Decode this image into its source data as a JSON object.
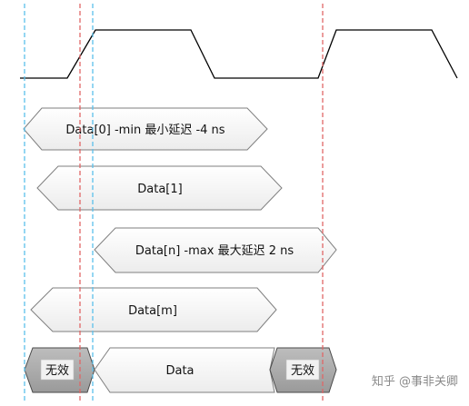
{
  "signals": {
    "data0": {
      "label": "Data[0] -min 最小延迟 -4 ns"
    },
    "data1": {
      "label": "Data[1]"
    },
    "datan": {
      "label": "Data[n] -max 最大延迟 2 ns"
    },
    "datam": {
      "label": "Data[m]"
    }
  },
  "bus": {
    "invalid_left": "无效",
    "valid": "Data",
    "invalid_right": "无效"
  },
  "watermark": "知乎 @事非关卿",
  "colors": {
    "clock_line": "#000000",
    "bubble_fill": "#f6f6f6",
    "bubble_stroke": "#7f7f7f",
    "invalid_fill": "#a6a6a6",
    "invalid_stroke": "#4a4a4a",
    "blue_guide": "#5bc0eb",
    "red_guide": "#e06666"
  }
}
